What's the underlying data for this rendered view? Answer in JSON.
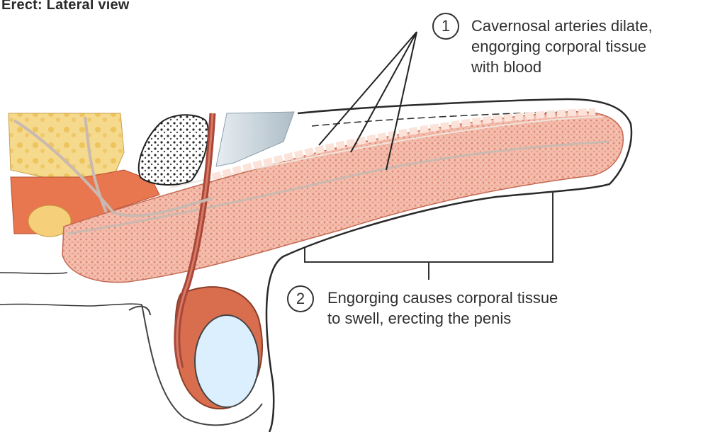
{
  "title": "Erect: Lateral view",
  "callouts": [
    {
      "number": "1",
      "lines": [
        "Cavernosal arteries dilate,",
        "engorging corporal tissue",
        "with blood"
      ]
    },
    {
      "number": "2",
      "lines": [
        "Engorging causes corporal tissue",
        "to swell, erecting the penis"
      ]
    }
  ],
  "colors": {
    "corporal_tissue": "#f3b3a3",
    "tissue_dots": "#d9846f",
    "artery": "#b4523c",
    "fat": "#f2d27a",
    "testis": "#dcefff",
    "outline": "#333333",
    "muscle": "#e07050"
  }
}
